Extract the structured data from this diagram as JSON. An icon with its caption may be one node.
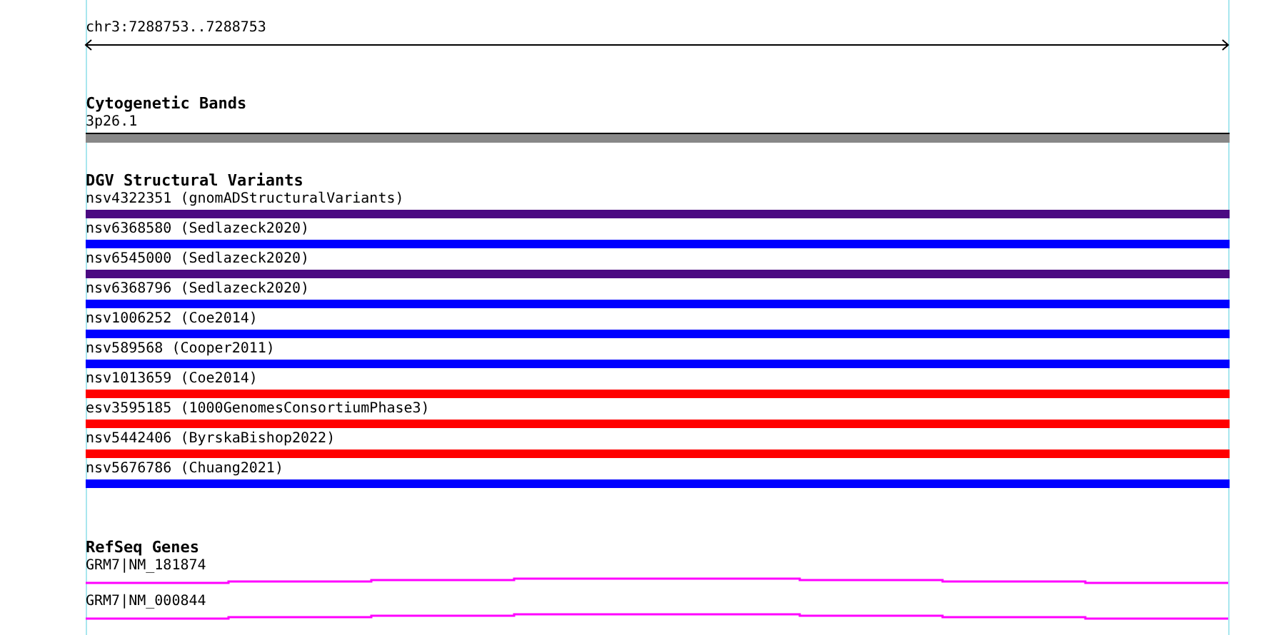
{
  "diagram": {
    "nodes": [
      {
        "text": [
          "Cytogenetic Bands"
        ]
      },
      {
        "text": [
          "3p26.1"
        ],
        "in": 0
      },
      {
        "text": [
          "DGV Structural Variants"
        ]
      },
      {
        "text": [
          "nsv4322351 (gnomADStructuralVariants)"
        ],
        "in": 2
      },
      {
        "text": [
          "nsv6368580 (Sedlazeck2020)"
        ],
        "in": 2
      },
      {
        "text": [
          "nsv6545000 (Sedlazeck2020)"
        ],
        "in": 2
      },
      {
        "text": [
          "nsv6368796 (Sedlazeck2020)"
        ],
        "in": 2
      },
      {
        "text": [
          "nsv1006252 (Coe2014)"
        ],
        "in": 2
      },
      {
        "text": [
          "nsv589568 (Cooper2011)"
        ],
        "in": 2
      },
      {
        "text": [
          "nsv1013659 (Coe2014)"
        ],
        "in": 2
      },
      {
        "text": [
          "esv3595185 (1000GenomesConsortiumPhase3)"
        ],
        "in": 2
      },
      {
        "text": [
          "nsv5442406 (ByrskaBishop2022)"
        ],
        "in": 2
      },
      {
        "text": [
          "nsv5676786 (Chuang2021)"
        ],
        "in": 2
      },
      {
        "text": [
          "RefSeq Genes"
        ]
      },
      {
        "text": [
          "GRM7|NM_181874"
        ],
        "in": 13
      },
      {
        "text": [
          "GRM7|NM_000844"
        ],
        "in": 13
      }
    ],
    "labels": [
      "chr3:7288753..7288753"
    ]
  }
}
